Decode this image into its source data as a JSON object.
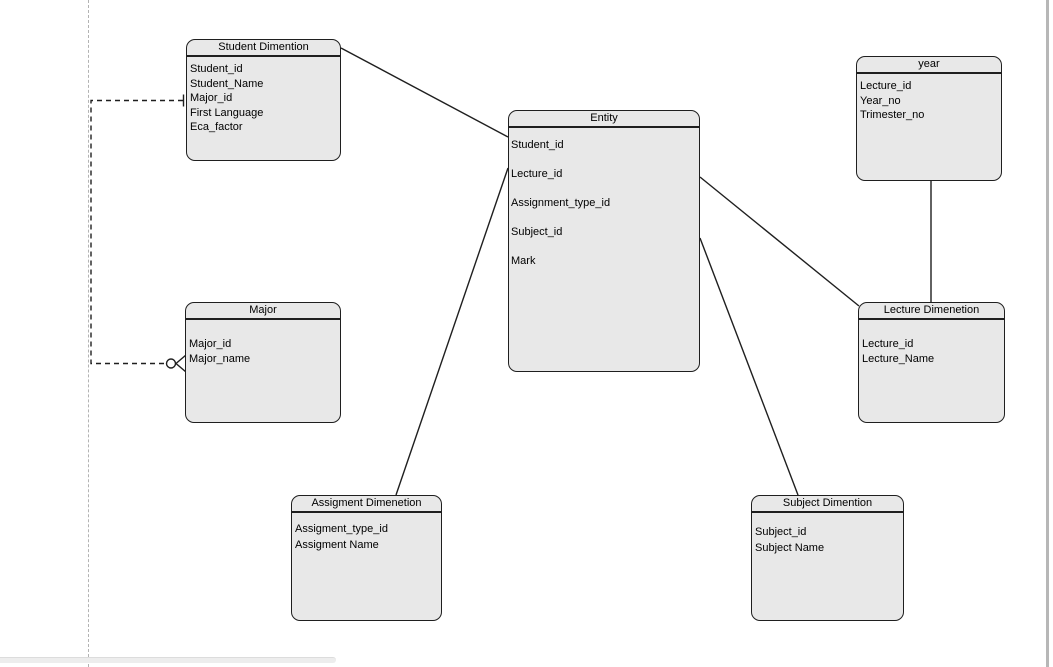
{
  "diagram": {
    "kind": "entity-relationship-star-schema",
    "nodes": [
      {
        "id": "student-dimention",
        "title": "Student Dimention",
        "fields": [
          "Student_id",
          "Student_Name",
          "Major_id",
          "First Language",
          "Eca_factor"
        ]
      },
      {
        "id": "entity",
        "title": "Entity",
        "fields": [
          "Student_id",
          "Lecture_id",
          "Assignment_type_id",
          "Subject_id",
          "Mark"
        ]
      },
      {
        "id": "year",
        "title": "year",
        "fields": [
          "Lecture_id",
          "Year_no",
          "Trimester_no"
        ]
      },
      {
        "id": "major",
        "title": "Major",
        "fields": [
          "Major_id",
          "Major_name"
        ]
      },
      {
        "id": "lecture-dimenetion",
        "title": "Lecture Dimenetion",
        "fields": [
          "Lecture_id",
          "Lecture_Name"
        ]
      },
      {
        "id": "assigment-dimenetion",
        "title": "Assigment Dimenetion",
        "fields": [
          "Assigment_type_id",
          "Assigment Name"
        ]
      },
      {
        "id": "subject-dimention",
        "title": "Subject Dimention",
        "fields": [
          "Subject_id",
          "Subject Name"
        ]
      }
    ],
    "edges": [
      {
        "from": "Student Dimention",
        "to": "Entity",
        "style": "solid"
      },
      {
        "from": "Entity",
        "to": "Assigment Dimenetion",
        "style": "solid"
      },
      {
        "from": "Entity",
        "to": "Lecture Dimenetion",
        "style": "solid"
      },
      {
        "from": "Entity",
        "to": "Subject Dimention",
        "style": "solid"
      },
      {
        "from": "year",
        "to": "Lecture Dimenetion",
        "style": "solid"
      },
      {
        "from": "Student Dimention.Major_id",
        "to": "Major",
        "style": "dashed",
        "cardinality_from": "one",
        "cardinality_to": "zero-or-many"
      }
    ],
    "colors": {
      "node_fill": "#e8e8e8",
      "node_border": "#1f1f1f",
      "connector": "#1f1f1f",
      "page_guide": "#b3b3b3",
      "canvas": "#ffffff"
    }
  }
}
